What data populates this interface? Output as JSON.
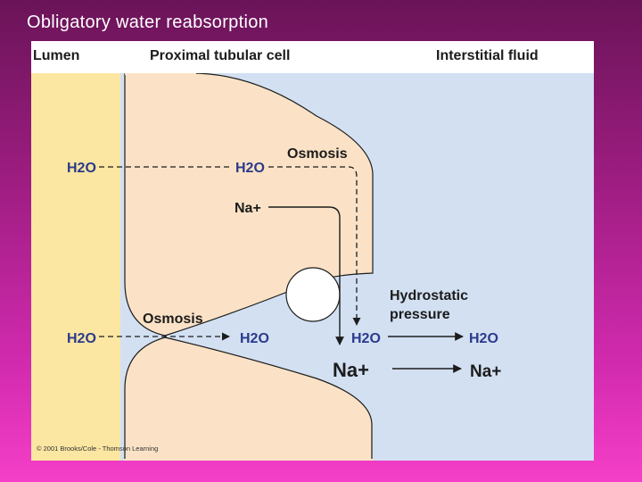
{
  "slide": {
    "title": "Obligatory water reabsorption"
  },
  "diagram": {
    "headers": {
      "lumen": "Lumen",
      "cell": "Proximal tubular cell",
      "interstitial": "Interstitial fluid"
    },
    "labels": {
      "h2o_lumen_top": "H2O",
      "h2o_cell_top": "H2O",
      "osmosis_top": "Osmosis",
      "na_cell": "Na+",
      "osmosis_bottom": "Osmosis",
      "h2o_lumen_bottom": "H2O",
      "h2o_junction": "H2O",
      "h2o_interstitial_mid": "H2O",
      "h2o_interstitial_right": "H2O",
      "hydrostatic_line1": "Hydrostatic",
      "hydrostatic_line2": "pressure",
      "na_interstitial_mid": "Na+",
      "na_interstitial_right": "Na+"
    },
    "copyright": "© 2001 Brooks/Cole - Thomson Learning",
    "colors": {
      "lumen": "#fbe6a2",
      "cell": "#fbe2c6",
      "interstitial": "#d2e0f2",
      "label_blue": "#2b3a8c"
    }
  }
}
